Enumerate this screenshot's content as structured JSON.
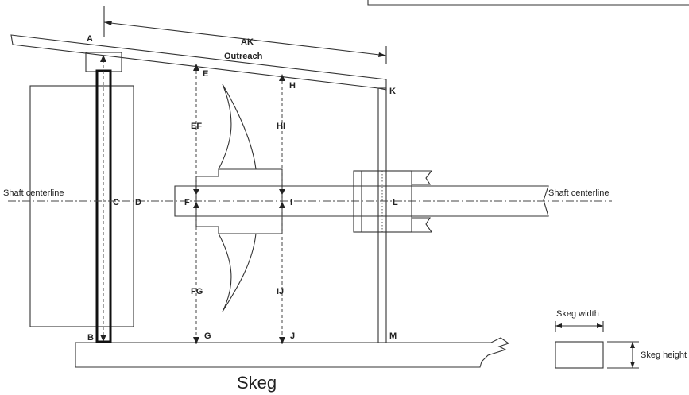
{
  "labels": {
    "A": "A",
    "B": "B",
    "C": "C",
    "D": "D",
    "E": "E",
    "F": "F",
    "G": "G",
    "H": "H",
    "I": "I",
    "J": "J",
    "K": "K",
    "L": "L",
    "M": "M",
    "AK": "AK",
    "outreach": "Outreach",
    "EF": "EF",
    "FG": "FG",
    "HI": "HI",
    "IJ": "IJ",
    "shaft_left": "Shaft centerline",
    "shaft_right": "Shaft centerline",
    "skeg": "Skeg",
    "skeg_width": "Skeg width",
    "skeg_height": "Skeg height"
  }
}
